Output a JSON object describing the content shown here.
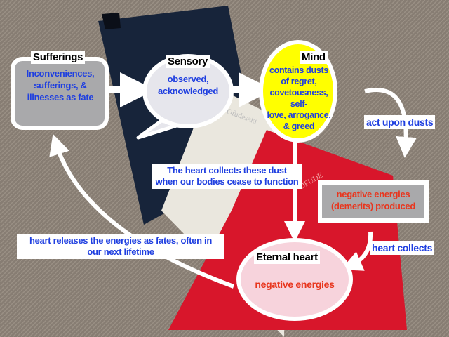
{
  "nodes": {
    "sufferings": {
      "title": "Sufferings",
      "text": [
        "Inconveniences,",
        "sufferings, &",
        "illnesses as fate"
      ]
    },
    "sensory": {
      "title": "Sensory",
      "text": [
        "observed,",
        "acknowledged"
      ]
    },
    "mind": {
      "title": "Mind",
      "text": [
        "contains dusts",
        "of regret,",
        "covetousness, self-",
        "love, arrogance,",
        "& greed"
      ]
    },
    "demerits": {
      "text": [
        "negative energies",
        "(demerits) produced"
      ]
    },
    "eternal_heart": {
      "title": "Eternal heart",
      "text": "negative energies"
    }
  },
  "edge_labels": {
    "act_upon": "act upon dusts",
    "heart_collects_dust": [
      "The heart collects these dust",
      "when our bodies cease to function"
    ],
    "heart_collects": "heart collects",
    "heart_releases": [
      "heart releases the energies as fates, often in",
      "our next lifetime"
    ]
  },
  "photo_lettering": {
    "white_book": "Ofudesaki",
    "red_book": "OFUDE"
  },
  "colors": {
    "text_blue": "#1f3fe0",
    "text_red": "#e8361e",
    "mind_fill": "#ffff00",
    "heart_fill": "#f7d3dc",
    "box_gray": "#a9a9ab"
  }
}
